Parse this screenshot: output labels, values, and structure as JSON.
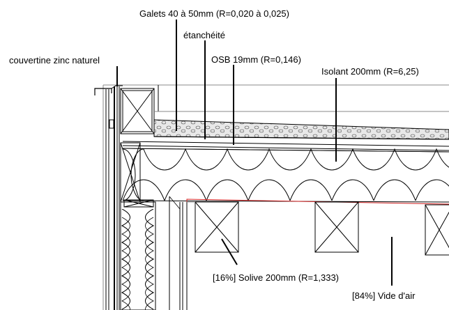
{
  "labels": {
    "galets": "Galets 40 à 50mm (R=0,020 à 0,025)",
    "etancheite": "étanchéité",
    "osb": "OSB 19mm (R=0,146)",
    "isolant": "Isolant 200mm (R=6,25)",
    "couvertine": "couvertine zinc naturel",
    "solive": "[16%] Solive 200mm (R=1,333)",
    "vide": "[84%] Vide d'air"
  },
  "colors": {
    "line": "#000000",
    "vapor_barrier": "#d02020",
    "gravel_fill": "#e6e6e6",
    "frame": "#999999"
  }
}
